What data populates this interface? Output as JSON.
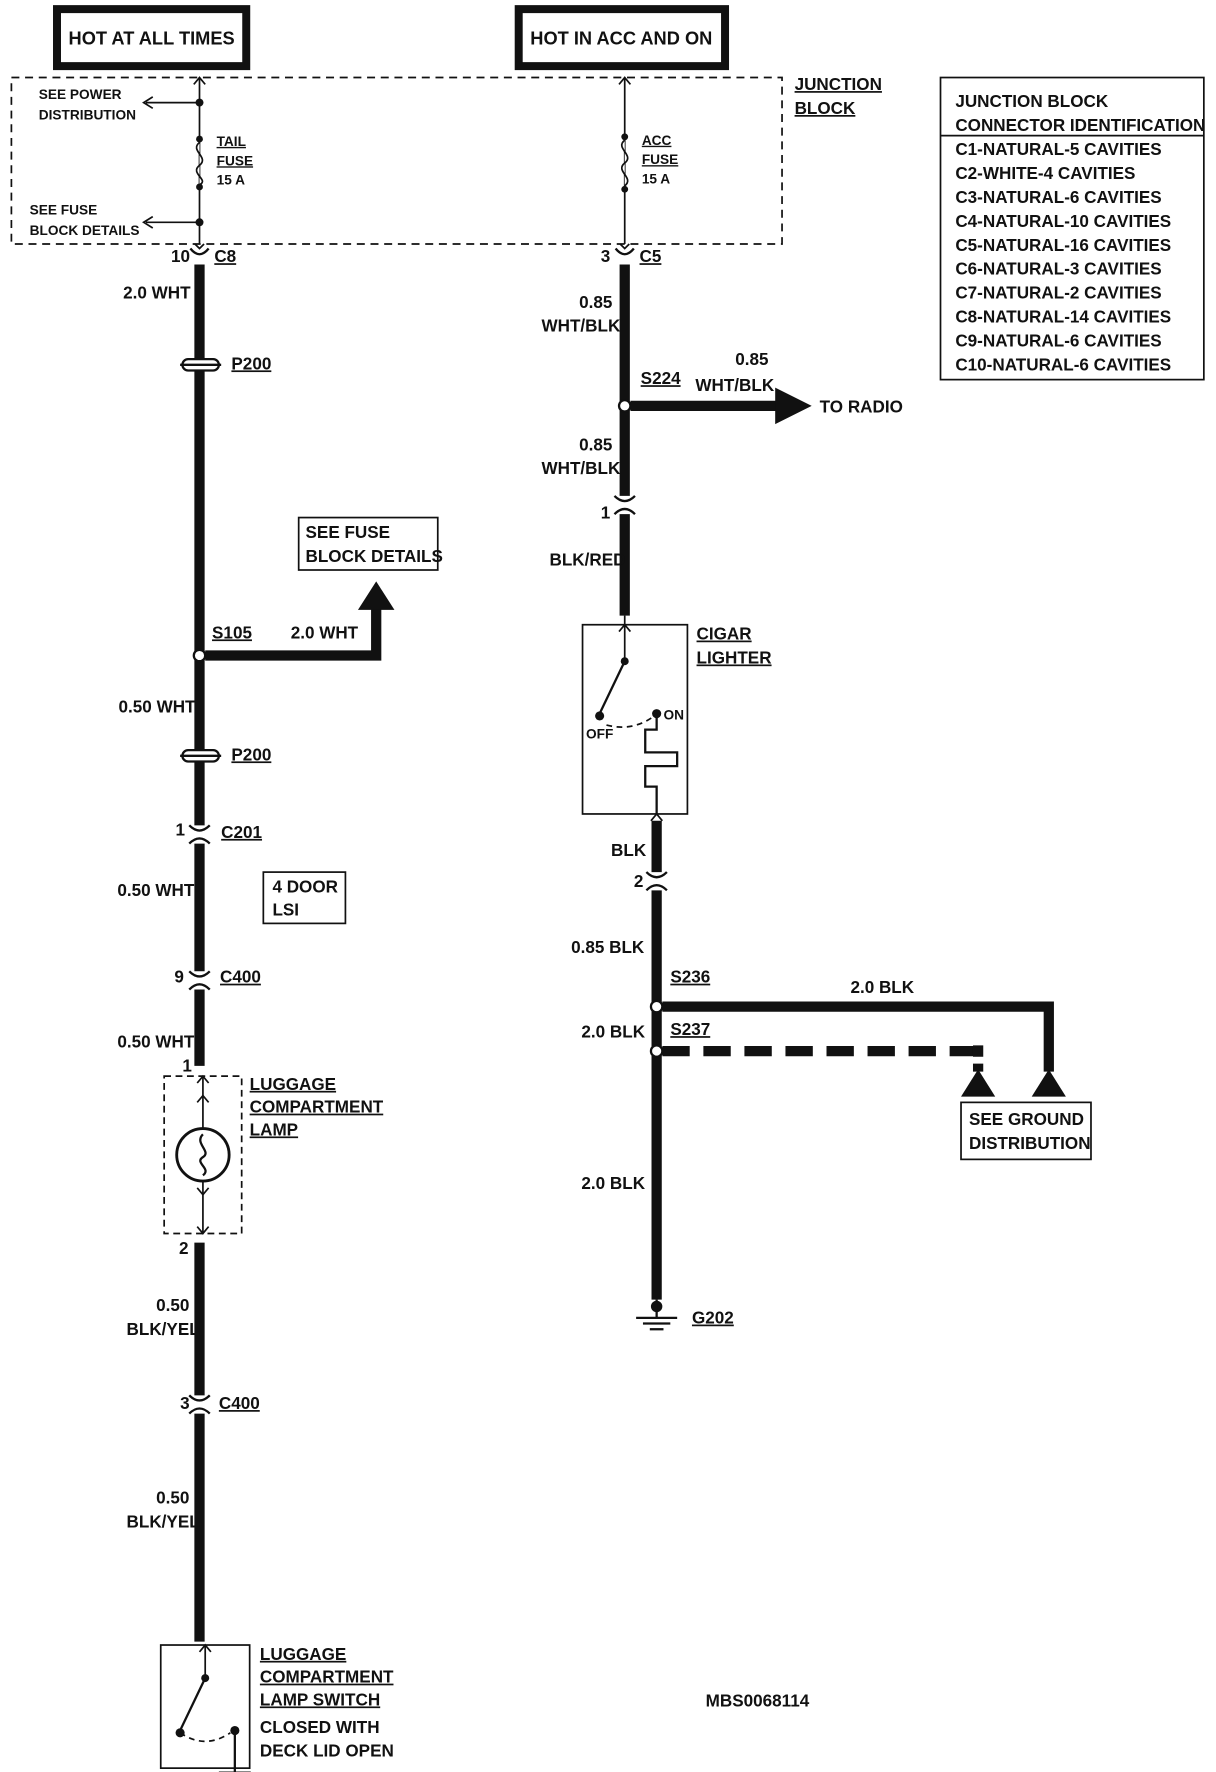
{
  "headers": {
    "hot_at_all_times": "HOT AT ALL TIMES",
    "hot_in_acc_and_on": "HOT IN ACC AND ON"
  },
  "junction_block": {
    "label_line1": "JUNCTION",
    "label_line2": "BLOCK",
    "see_power_line1": "SEE POWER",
    "see_power_line2": "DISTRIBUTION",
    "see_fuse_line1": "SEE FUSE",
    "see_fuse_line2": "BLOCK DETAILS",
    "tail_fuse_line1": "TAIL",
    "tail_fuse_line2": "FUSE",
    "tail_fuse_rating": "15 A",
    "acc_fuse_line1": "ACC",
    "acc_fuse_line2": "FUSE",
    "acc_fuse_rating": "15 A"
  },
  "connector_table": {
    "title_line1": "JUNCTION BLOCK",
    "title_line2": "CONNECTOR IDENTIFICATION",
    "rows": [
      "C1-NATURAL-5 CAVITIES",
      "C2-WHITE-4 CAVITIES",
      "C3-NATURAL-6 CAVITIES",
      "C4-NATURAL-10 CAVITIES",
      "C5-NATURAL-16 CAVITIES",
      "C6-NATURAL-3 CAVITIES",
      "C7-NATURAL-2 CAVITIES",
      "C8-NATURAL-14 CAVITIES",
      "C9-NATURAL-6 CAVITIES",
      "C10-NATURAL-6 CAVITIES"
    ]
  },
  "left_circuit": {
    "pin_c8": "10",
    "conn_c8": "C8",
    "wire1": "2.0 WHT",
    "p200_a": "P200",
    "s105": "S105",
    "s105_wire": "2.0 WHT",
    "see_fuse_line1": "SEE FUSE",
    "see_fuse_line2": "BLOCK DETAILS",
    "wire2": "0.50 WHT",
    "p200_b": "P200",
    "pin_c201": "1",
    "conn_c201": "C201",
    "wire3": "0.50 WHT",
    "option_line1": "4 DOOR",
    "option_line2": "LSI",
    "pin_c400_a": "9",
    "conn_c400_a": "C400",
    "wire4": "0.50 WHT",
    "lamp_pin1": "1",
    "lamp_line1": "LUGGAGE",
    "lamp_line2": "COMPARTMENT",
    "lamp_line3": "LAMP",
    "lamp_pin2": "2",
    "wire5_line1": "0.50",
    "wire5_line2": "BLK/YEL",
    "pin_c400_b": "3",
    "conn_c400_b": "C400",
    "wire6_line1": "0.50",
    "wire6_line2": "BLK/YEL",
    "switch_line1": "LUGGAGE",
    "switch_line2": "COMPARTMENT",
    "switch_line3": "LAMP SWITCH",
    "switch_line4": "CLOSED WITH",
    "switch_line5": "DECK LID OPEN"
  },
  "right_circuit": {
    "pin_c5": "3",
    "conn_c5": "C5",
    "wire1_line1": "0.85",
    "wire1_line2": "WHT/BLK",
    "s224": "S224",
    "radio_wire_line1": "0.85",
    "radio_wire_line2": "WHT/BLK",
    "to_radio": "TO RADIO",
    "wire2_line1": "0.85",
    "wire2_line2": "WHT/BLK",
    "pin_1": "1",
    "wire3": "BLK/RED",
    "lighter_line1": "CIGAR",
    "lighter_line2": "LIGHTER",
    "off": "OFF",
    "on": "ON",
    "wire4": "BLK",
    "pin_2": "2",
    "wire5": "0.85 BLK",
    "s236": "S236",
    "s236_wire": "2.0 BLK",
    "wire6": "2.0 BLK",
    "s237": "S237",
    "ground_line1": "SEE GROUND",
    "ground_line2": "DISTRIBUTION",
    "wire7": "2.0 BLK",
    "g202": "G202"
  },
  "doc_id": "MBS0068114"
}
